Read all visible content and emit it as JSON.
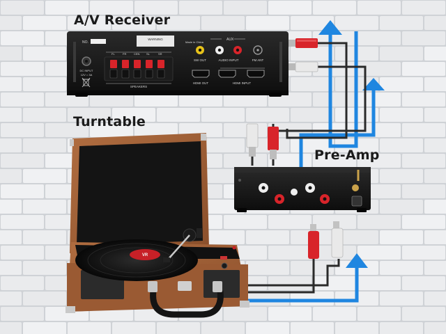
{
  "titles": {
    "receiver": "A/V Receiver",
    "turntable": "Turntable",
    "preamp": "Pre-Amp"
  },
  "receiver_panel": {
    "model_label": "NO.",
    "warning_label": "WARNING",
    "made_in": "Made in China",
    "aux_label": "AUX",
    "speaker_channels": [
      "FL",
      "FR",
      "CEN",
      "SL",
      "SR"
    ],
    "speakers_label": "SPEAKERS",
    "sw_out": "SW OUT",
    "audio_input": "AUDIO INPUT",
    "fm_ant": "FM ANT",
    "hdmi_out": "HDMI OUT",
    "hdmi_input": "HDMI INPUT",
    "dc_input": "DC INPUT",
    "dc_rating": "12V = 3A"
  },
  "turntable_label": "VR",
  "colors": {
    "arrow_blue": "#1f86e0",
    "cable_black": "#2a2a2a",
    "rca_red": "#d8242a",
    "rca_white": "#e9e9e9",
    "case_brown": "#a1623a",
    "device_black": "#141414"
  },
  "icons": {
    "arrow_receiver": "arrow-up-icon",
    "arrow_preamp": "arrow-up-icon",
    "arrow_turntable": "arrow-up-icon",
    "recycle_bin": "weee-bin-icon"
  }
}
